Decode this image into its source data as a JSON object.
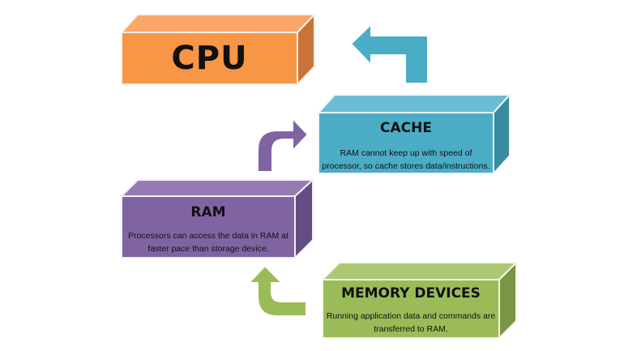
{
  "diagram": {
    "type": "memory-hierarchy-flow",
    "boxes": [
      {
        "id": "cpu",
        "title": "CPU",
        "description": "",
        "colors": {
          "front": "#f79646",
          "top": "#f9a86a",
          "side": "#c9733a"
        }
      },
      {
        "id": "cache",
        "title": "CACHE",
        "description_lines": [
          "RAM cannot keep up with speed  of",
          "processor, so cache stores data/instructions."
        ],
        "colors": {
          "front": "#4bacc6",
          "top": "#6cbdd3",
          "side": "#3a8aa0"
        }
      },
      {
        "id": "ram",
        "title": "RAM",
        "description_lines": [
          "Processors can access the data in RAM at",
          "faster pace than storage device."
        ],
        "colors": {
          "front": "#8064a2",
          "top": "#957ab4",
          "side": "#634d82"
        }
      },
      {
        "id": "memory-devices",
        "title": "MEMORY DEVICES",
        "description_lines": [
          "Running application data and commands are",
          "transferred to RAM."
        ],
        "colors": {
          "front": "#9bbb59",
          "top": "#acc872",
          "side": "#7a9645"
        }
      }
    ],
    "arrows": [
      {
        "from": "memory-devices",
        "to": "ram",
        "color": "#9bbb59"
      },
      {
        "from": "ram",
        "to": "cache",
        "color": "#8064a2"
      },
      {
        "from": "cache",
        "to": "cpu",
        "color": "#4bacc6"
      }
    ]
  }
}
